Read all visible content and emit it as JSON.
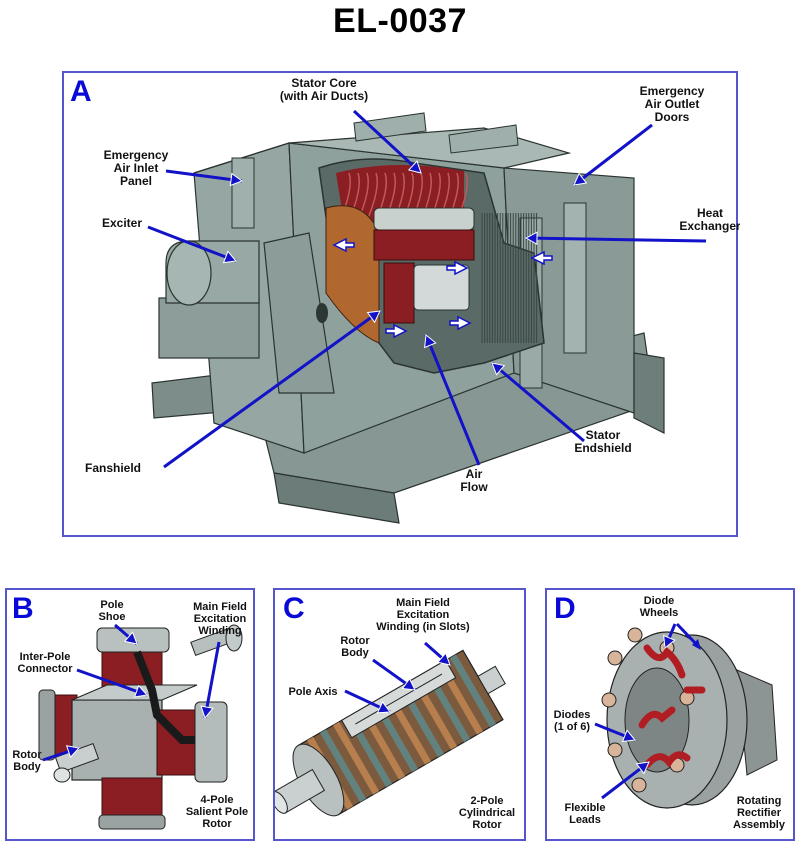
{
  "title": "EL-0037",
  "colors": {
    "border": "#5555cc",
    "panel_letter": "#0a0ad8",
    "leader_arrow": "#1212c8",
    "metal": "#8fa19c",
    "metal_dark": "#5f6f6b",
    "winding": "#8b1e22",
    "fan_copper": "#b0682e"
  },
  "panels": [
    {
      "id": "A",
      "letter": "A",
      "caption": "",
      "labels": [
        {
          "lines": [
            "Stator Core",
            "(with Air Ducts)"
          ]
        },
        {
          "lines": [
            "Emergency",
            "Air Outlet",
            "Doors"
          ]
        },
        {
          "lines": [
            "Emergency",
            "Air Inlet",
            "Panel"
          ]
        },
        {
          "lines": [
            "Exciter"
          ]
        },
        {
          "lines": [
            "Heat",
            "Exchanger"
          ]
        },
        {
          "lines": [
            "Fanshield"
          ]
        },
        {
          "lines": [
            "Air",
            "Flow"
          ]
        },
        {
          "lines": [
            "Stator",
            "Endshield"
          ]
        }
      ]
    },
    {
      "id": "B",
      "letter": "B",
      "caption": [
        "4-Pole",
        "Salient Pole",
        "Rotor"
      ],
      "labels": [
        {
          "lines": [
            "Pole",
            "Shoe"
          ]
        },
        {
          "lines": [
            "Main Field",
            "Excitation",
            "Winding"
          ]
        },
        {
          "lines": [
            "Inter-Pole",
            "Connector"
          ]
        },
        {
          "lines": [
            "Rotor",
            "Body"
          ]
        }
      ]
    },
    {
      "id": "C",
      "letter": "C",
      "caption": [
        "2-Pole",
        "Cylindrical",
        "Rotor"
      ],
      "labels": [
        {
          "lines": [
            "Main Field",
            "Excitation",
            "Winding (in Slots)"
          ]
        },
        {
          "lines": [
            "Rotor",
            "Body"
          ]
        },
        {
          "lines": [
            "Pole Axis"
          ]
        }
      ]
    },
    {
      "id": "D",
      "letter": "D",
      "caption": [
        "Rotating",
        "Rectifier",
        "Assembly"
      ],
      "labels": [
        {
          "lines": [
            "Diode",
            "Wheels"
          ]
        },
        {
          "lines": [
            "Diodes",
            "(1 of 6)"
          ]
        },
        {
          "lines": [
            "Flexible",
            "Leads"
          ]
        }
      ]
    }
  ]
}
